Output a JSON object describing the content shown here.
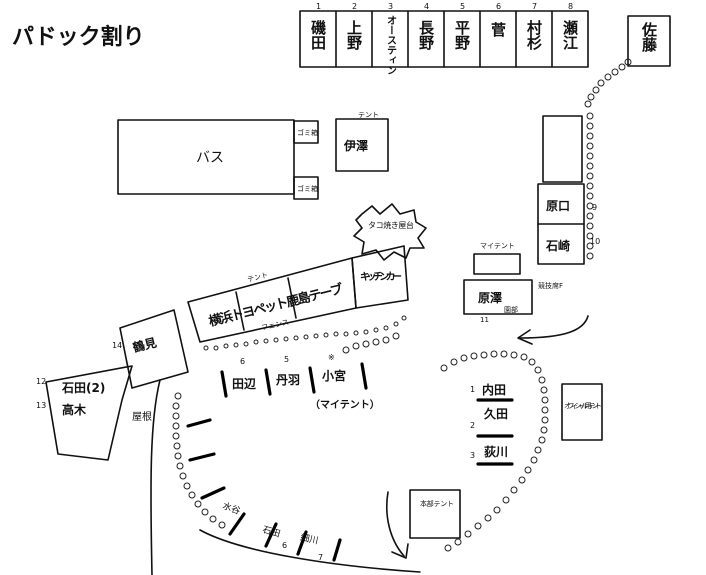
{
  "title": "パドック割り",
  "top_row": {
    "cells": [
      {
        "num": "1",
        "name": "磯田"
      },
      {
        "num": "2",
        "name": "上野"
      },
      {
        "num": "3",
        "name": "オースティン"
      },
      {
        "num": "4",
        "name": "長野"
      },
      {
        "num": "5",
        "name": "平野"
      },
      {
        "num": "6",
        "name": "菅"
      },
      {
        "num": "7",
        "name": "村杉"
      },
      {
        "num": "8",
        "name": "瀬江"
      }
    ]
  },
  "sato": "佐藤",
  "bus": "バス",
  "trash_top": "ゴミ箱",
  "trash_bottom": "ゴミ箱",
  "tent_top": "テント",
  "tent_left": "テント",
  "izawa": "伊澤",
  "takoyaki": "タコ焼き屋台",
  "kitchen_car": "キッチンカー",
  "team_booth": "横浜トヨペット鹿島テーブ",
  "fence": "フェンス",
  "right_column": {
    "num9": "9",
    "num10": "10",
    "upper": "原口",
    "lower": "石崎"
  },
  "my_tent_top": "マイテント",
  "harasawa": "原澤",
  "kyogikai": "競技席F",
  "harasawa_num": "11",
  "sonobe": "園部",
  "row_labels": {
    "n14": "14",
    "n12": "12",
    "n13": "13",
    "n6": "6",
    "n5": "5",
    "n4": "※"
  },
  "tsurumi": "鶴見",
  "ishida2": "石田(2)",
  "takagi": "高木",
  "row_names": [
    "田辺",
    "丹羽",
    "小宮"
  ],
  "my_tent_bottom": "（マイテント）",
  "yane": "屋根",
  "right_list": {
    "nums": [
      "1",
      "2",
      "3"
    ],
    "names": [
      "内田",
      "久田",
      "荻川"
    ]
  },
  "official_tent": "オフィシャル用テント",
  "honbu_tent": "本部テント",
  "bottom_names": [
    "水谷",
    "石田",
    "細川"
  ],
  "bottom_nums": [
    "6",
    "7"
  ]
}
